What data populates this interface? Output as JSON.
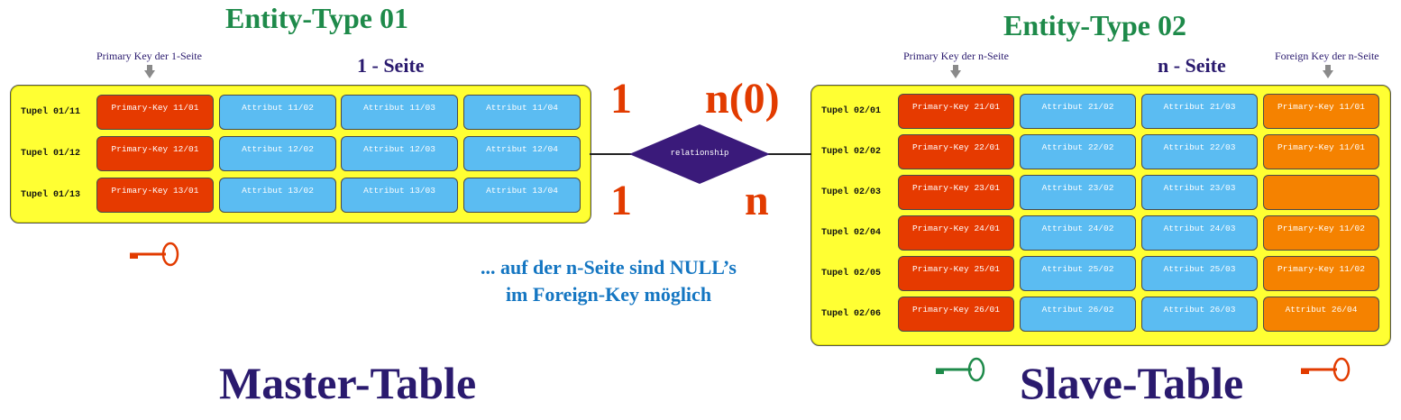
{
  "entity1": {
    "title": "Entity-Type 01",
    "side": "1 - Seite",
    "pk_label": "Primary Key der 1-Seite",
    "rows": [
      {
        "label": "Tupel 01/11",
        "cells": [
          "Primary-Key 11/01",
          "Attribut 11/02",
          "Attribut 11/03",
          "Attribut 11/04"
        ]
      },
      {
        "label": "Tupel 01/12",
        "cells": [
          "Primary-Key 12/01",
          "Attribut 12/02",
          "Attribut 12/03",
          "Attribut 12/04"
        ]
      },
      {
        "label": "Tupel 01/13",
        "cells": [
          "Primary-Key 13/01",
          "Attribut 13/02",
          "Attribut 13/03",
          "Attribut 13/04"
        ]
      }
    ],
    "caption": "Master-Table"
  },
  "entity2": {
    "title": "Entity-Type 02",
    "side": "n - Seite",
    "pk_label": "Primary Key der n-Seite",
    "fk_label": "Foreign Key der n-Seite",
    "rows": [
      {
        "label": "Tupel 02/01",
        "cells": [
          "Primary-Key 21/01",
          "Attribut 21/02",
          "Attribut 21/03",
          "Primary-Key 11/01"
        ]
      },
      {
        "label": "Tupel 02/02",
        "cells": [
          "Primary-Key 22/01",
          "Attribut 22/02",
          "Attribut 22/03",
          "Primary-Key 11/01"
        ]
      },
      {
        "label": "Tupel 02/03",
        "cells": [
          "Primary-Key 23/01",
          "Attribut 23/02",
          "Attribut 23/03",
          ""
        ]
      },
      {
        "label": "Tupel 02/04",
        "cells": [
          "Primary-Key 24/01",
          "Attribut 24/02",
          "Attribut 24/03",
          "Primary-Key 11/02"
        ]
      },
      {
        "label": "Tupel 02/05",
        "cells": [
          "Primary-Key 25/01",
          "Attribut 25/02",
          "Attribut 25/03",
          "Primary-Key 11/02"
        ]
      },
      {
        "label": "Tupel 02/06",
        "cells": [
          "Primary-Key 26/01",
          "Attribut 26/02",
          "Attribut 26/03",
          "Attribut 26/04"
        ]
      }
    ],
    "caption": "Slave-Table"
  },
  "relationship": {
    "label": "relationship",
    "card_top_left": "1",
    "card_top_right": "n(0)",
    "card_bottom_left": "1",
    "card_bottom_right": "n"
  },
  "note": {
    "line1": "... auf der n-Seite sind NULL’s",
    "line2": "im Foreign-Key möglich"
  },
  "colors": {
    "primary_key": "#e63a00",
    "attribute": "#5bbcf2",
    "foreign_key": "#f58200",
    "table_bg": "#ffff33",
    "relationship": "#3a1a7a"
  },
  "icons": [
    "key-icon-red-master",
    "key-icon-green-slave",
    "key-icon-red-slave"
  ]
}
